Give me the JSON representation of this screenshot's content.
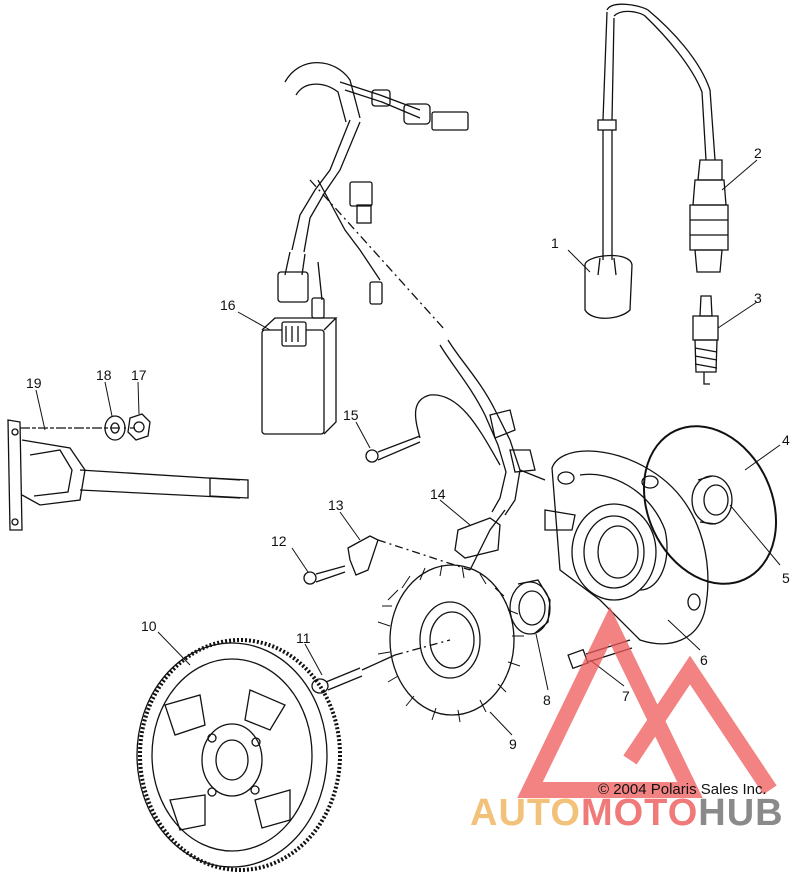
{
  "callouts": [
    {
      "id": "1",
      "text": "1"
    },
    {
      "id": "2",
      "text": "2"
    },
    {
      "id": "3",
      "text": "3"
    },
    {
      "id": "4",
      "text": "4"
    },
    {
      "id": "5",
      "text": "5"
    },
    {
      "id": "6",
      "text": "6"
    },
    {
      "id": "7",
      "text": "7"
    },
    {
      "id": "8",
      "text": "8"
    },
    {
      "id": "9",
      "text": "9"
    },
    {
      "id": "10",
      "text": "10"
    },
    {
      "id": "11",
      "text": "11"
    },
    {
      "id": "12",
      "text": "12"
    },
    {
      "id": "13",
      "text": "13"
    },
    {
      "id": "14",
      "text": "14"
    },
    {
      "id": "15",
      "text": "15"
    },
    {
      "id": "16",
      "text": "16"
    },
    {
      "id": "17",
      "text": "17"
    },
    {
      "id": "18",
      "text": "18"
    },
    {
      "id": "19",
      "text": "19"
    }
  ],
  "copyright": "© 2004 Polaris Sales Inc.",
  "watermark": {
    "part1": "AUTO",
    "part2": "MOTO",
    "part3": "HUB",
    "colors": {
      "auto": "#f2c27a",
      "moto": "#f07a7a",
      "hub": "#8a8a8a",
      "logo": "#ef5a5a"
    }
  }
}
